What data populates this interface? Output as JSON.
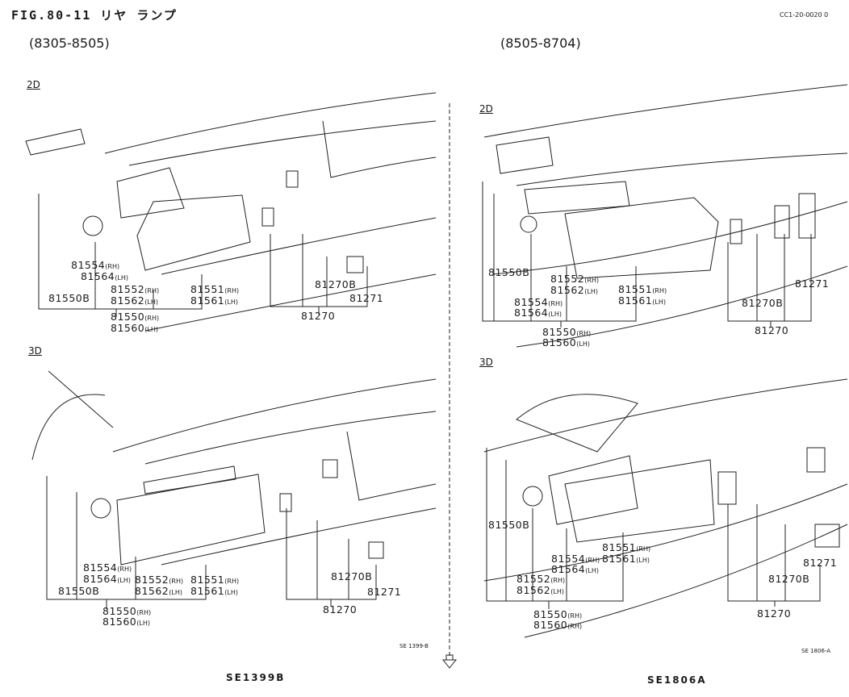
{
  "header": {
    "title": "FIG.80-11 リヤ ランプ",
    "code": "CC1-20-0020  0"
  },
  "panels": [
    {
      "range": "(8305-8505)",
      "section": "2D",
      "labels": [
        {
          "num": "81554",
          "side": "(RH)"
        },
        {
          "num": "81564",
          "side": "(LH)"
        },
        {
          "num": "81550B",
          "side": ""
        },
        {
          "num": "81552",
          "side": "(RH)"
        },
        {
          "num": "81562",
          "side": "(LH)"
        },
        {
          "num": "81551",
          "side": "(RH)"
        },
        {
          "num": "81561",
          "side": "(LH)"
        },
        {
          "num": "81550",
          "side": "(RH)"
        },
        {
          "num": "81560",
          "side": "(LH)"
        },
        {
          "num": "81270B",
          "side": ""
        },
        {
          "num": "81271",
          "side": ""
        },
        {
          "num": "81270",
          "side": ""
        }
      ]
    },
    {
      "section": "3D",
      "labels": [
        {
          "num": "81554",
          "side": "(RH)"
        },
        {
          "num": "81564",
          "side": "(LH)"
        },
        {
          "num": "81552",
          "side": "(RH)"
        },
        {
          "num": "81562",
          "side": "(LH)"
        },
        {
          "num": "81551",
          "side": "(RH)"
        },
        {
          "num": "81561",
          "side": "(LH)"
        },
        {
          "num": "81550B",
          "side": ""
        },
        {
          "num": "81550",
          "side": "(RH)"
        },
        {
          "num": "81560",
          "side": "(LH)"
        },
        {
          "num": "81270B",
          "side": ""
        },
        {
          "num": "81271",
          "side": ""
        },
        {
          "num": "81270",
          "side": ""
        }
      ],
      "ref_small": "SE 1399-B",
      "ref_big": "SE1399B"
    },
    {
      "range": "(8505-8704)",
      "section": "2D",
      "labels": [
        {
          "num": "81550B",
          "side": ""
        },
        {
          "num": "81552",
          "side": "(RH)"
        },
        {
          "num": "81562",
          "side": "(LH)"
        },
        {
          "num": "81554",
          "side": "(RH)"
        },
        {
          "num": "81564",
          "side": "(LH)"
        },
        {
          "num": "81551",
          "side": "(RH)"
        },
        {
          "num": "81561",
          "side": "(LH)"
        },
        {
          "num": "81550",
          "side": "(RH)"
        },
        {
          "num": "81560",
          "side": "(LH)"
        },
        {
          "num": "81271",
          "side": ""
        },
        {
          "num": "81270B",
          "side": ""
        },
        {
          "num": "81270",
          "side": ""
        }
      ]
    },
    {
      "section": "3D",
      "labels": [
        {
          "num": "81550B",
          "side": ""
        },
        {
          "num": "81551",
          "side": "(RH)"
        },
        {
          "num": "81554",
          "side": "(RH)"
        },
        {
          "num": "81561",
          "side": "(LH)"
        },
        {
          "num": "81564",
          "side": "(LH)"
        },
        {
          "num": "81552",
          "side": "(RH)"
        },
        {
          "num": "81562",
          "side": "(LH)"
        },
        {
          "num": "81550",
          "side": "(RH)"
        },
        {
          "num": "81560",
          "side": "(RH)"
        },
        {
          "num": "81271",
          "side": ""
        },
        {
          "num": "81270B",
          "side": ""
        },
        {
          "num": "81270",
          "side": ""
        }
      ],
      "ref_small": "SE 1806-A",
      "ref_big": "SE1806A"
    }
  ]
}
